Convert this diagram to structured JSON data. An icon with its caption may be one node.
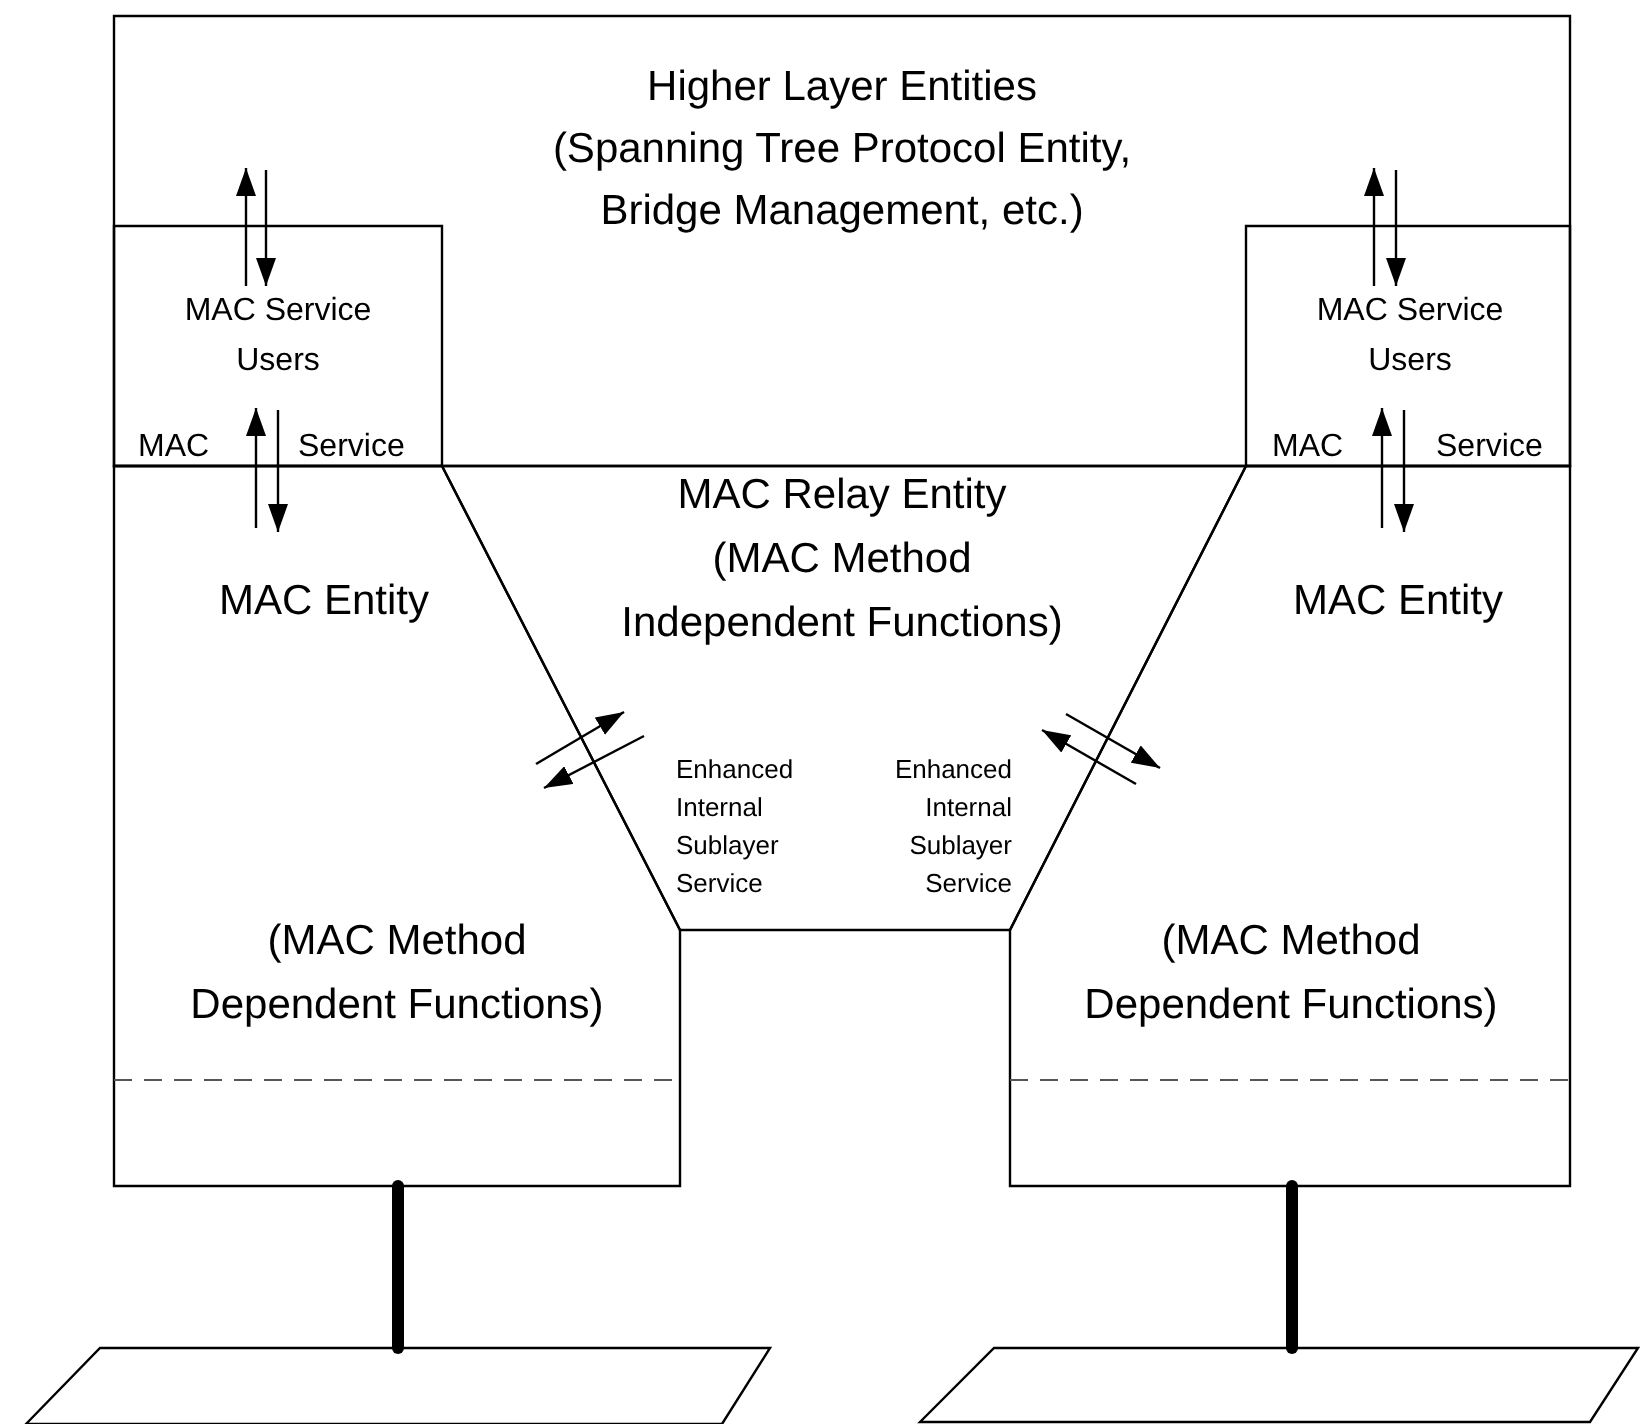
{
  "diagram": {
    "nodes": [
      {
        "text": [
          "Higher Layer Entities (Spanning Tree Protocol Entity, Bridge Management, etc.)"
        ]
      },
      {
        "text": [
          "MAC Service Users"
        ],
        "in": 0
      },
      {
        "text": [
          "MAC Service Users"
        ],
        "in": 0
      },
      {
        "text": [
          "MAC Entity",
          "(MAC Method Dependent Functions)"
        ]
      },
      {
        "text": [
          "MAC Relay Entity (MAC Method Independent Functions)",
          "Enhanced Internal Sublayer Service",
          "Enhanced Internal Sublayer Service"
        ]
      },
      {
        "text": [
          "MAC Entity",
          "(MAC Method Dependent Functions)"
        ]
      },
      {
        "text": [],
        "shape": "parallelogram"
      },
      {
        "text": [],
        "shape": "parallelogram"
      }
    ],
    "edges": [
      {
        "from": 1,
        "to": null,
        "arrow": "to"
      },
      {
        "from": null,
        "to": 1,
        "arrow": "to"
      },
      {
        "from": 3,
        "to": 1,
        "arrow": "to"
      },
      {
        "from": 1,
        "to": 3,
        "arrow": "to"
      },
      {
        "from": 3,
        "to": 4,
        "arrow": "to"
      },
      {
        "from": 4,
        "to": 3,
        "arrow": "to"
      },
      {
        "from": 4,
        "to": 5,
        "arrow": "to"
      },
      {
        "from": 5,
        "to": 4,
        "arrow": "to"
      },
      {
        "from": 2,
        "to": null,
        "arrow": "to"
      },
      {
        "from": null,
        "to": 2,
        "arrow": "to"
      },
      {
        "from": 5,
        "to": 2,
        "arrow": "to"
      },
      {
        "from": 2,
        "to": 5,
        "arrow": "to"
      },
      {
        "from": 3,
        "to": 6,
        "arrow": "none",
        "style": "thick"
      },
      {
        "from": 5,
        "to": 7,
        "arrow": "none",
        "style": "thick"
      }
    ],
    "labels": [
      "MAC",
      "Service",
      "MAC",
      "Service"
    ]
  }
}
